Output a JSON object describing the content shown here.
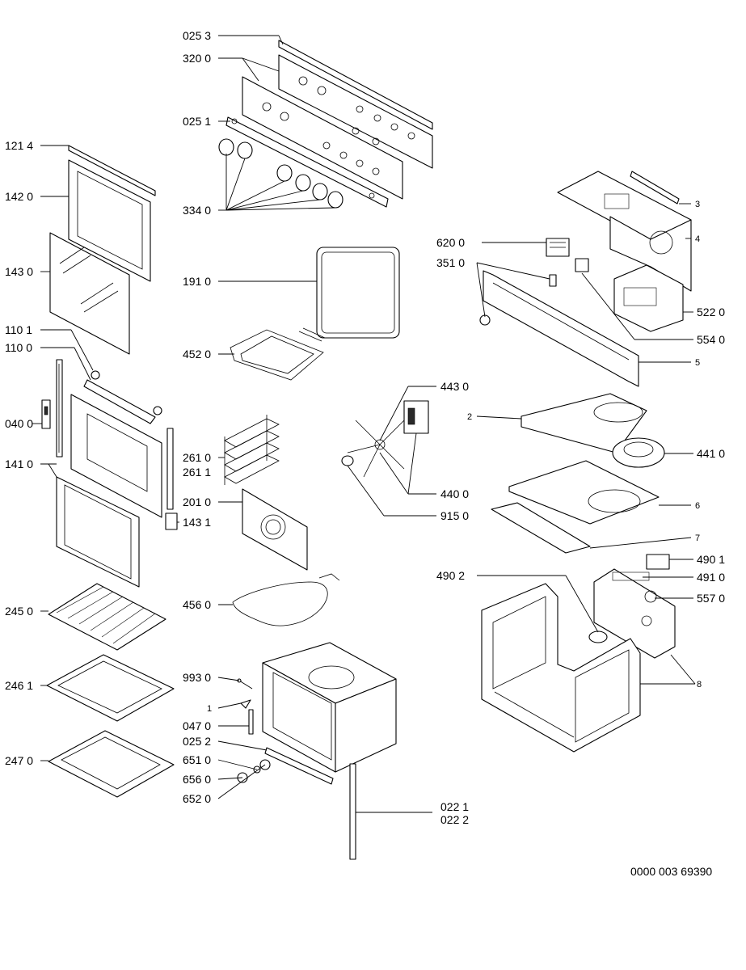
{
  "document_number": "0000 003 69390",
  "labels": {
    "l0253": "025 3",
    "l3200": "320 0",
    "l0251": "025 1",
    "l3340": "334 0",
    "l1214": "121 4",
    "l1420": "142 0",
    "l1430": "143 0",
    "l1910": "191 0",
    "l4520": "452 0",
    "l1101": "110 1",
    "l1100": "110 0",
    "l0400": "040 0",
    "l1410": "141 0",
    "l2610": "261 0",
    "l2611": "261 1",
    "l2010": "201 0",
    "l1431": "143 1",
    "l4560": "456 0",
    "l2450": "245 0",
    "l2461": "246 1",
    "l2470": "247 0",
    "l9930": "993 0",
    "l1": "1",
    "l0470": "047 0",
    "l0252": "025 2",
    "l6510": "651 0",
    "l6560": "656 0",
    "l6520": "652 0",
    "l0221": "022 1",
    "l0222": "022 2",
    "l3": "3",
    "l4": "4",
    "l6200": "620 0",
    "l3510": "351 0",
    "l5220": "522 0",
    "l5540": "554 0",
    "l5": "5",
    "l4430": "443 0",
    "l2": "2",
    "l4410": "441 0",
    "l4400": "440 0",
    "l9150": "915 0",
    "l6": "6",
    "l7": "7",
    "l4901": "490 1",
    "l4902": "490 2",
    "l4910": "491 0",
    "l5570": "557 0",
    "l8": "8"
  }
}
